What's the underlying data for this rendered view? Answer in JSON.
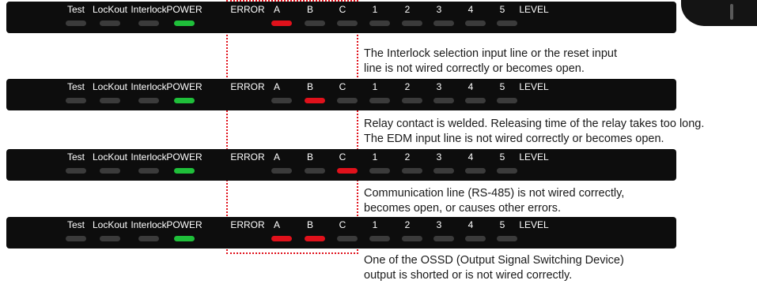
{
  "labels": {
    "test": "Test",
    "lockout": "LocKout",
    "interlock": "Interlock",
    "power": "POWER",
    "error": "ERROR",
    "a": "A",
    "b": "B",
    "c": "C",
    "n1": "1",
    "n2": "2",
    "n3": "3",
    "n4": "4",
    "n5": "5",
    "level": "LEVEL"
  },
  "colors": {
    "panel": "#0d0d0d",
    "led_off": "#3b3b3b",
    "led_power": "#1fbf3a",
    "led_error": "#e0111b",
    "highlight_border": "#e0111b"
  },
  "panels": [
    {
      "name": "panel-error-a",
      "leds": [
        "off",
        "off",
        "off",
        "green",
        "red",
        "off",
        "off",
        "off",
        "off",
        "off",
        "off",
        "off"
      ],
      "description": [
        "The Interlock selection input line or the reset input",
        "line is not wired correctly or becomes open."
      ]
    },
    {
      "name": "panel-error-b",
      "leds": [
        "off",
        "off",
        "off",
        "green",
        "off",
        "red",
        "off",
        "off",
        "off",
        "off",
        "off",
        "off"
      ],
      "description": [
        "Relay contact is welded.  Releasing time of the relay takes too long.",
        "The EDM input line is not wired correctly or becomes open."
      ]
    },
    {
      "name": "panel-error-c",
      "leds": [
        "off",
        "off",
        "off",
        "green",
        "off",
        "off",
        "red",
        "off",
        "off",
        "off",
        "off",
        "off"
      ],
      "description": [
        "Communication line (RS-485) is not wired correctly,",
        "becomes open, or causes other errors."
      ]
    },
    {
      "name": "panel-error-ab",
      "leds": [
        "off",
        "off",
        "off",
        "green",
        "red",
        "red",
        "off",
        "off",
        "off",
        "off",
        "off",
        "off"
      ],
      "description": [
        "One of the OSSD (Output Signal Switching Device)",
        "output is shorted or is not wired correctly."
      ]
    }
  ]
}
